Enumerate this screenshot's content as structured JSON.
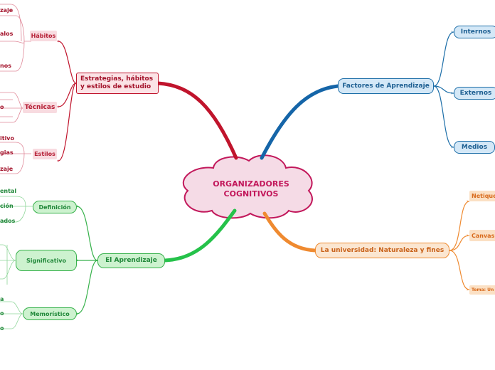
{
  "central": {
    "title_line1": "ORGANIZADORES",
    "title_line2": "COGNITIVOS"
  },
  "colors": {
    "red": "#c0142c",
    "blue": "#1c6ea8",
    "green": "#36b14a",
    "orange": "#ef8a30",
    "central_fill": "#f5dbe6",
    "central_border": "#c2185b"
  },
  "left_red": {
    "main": "Estrategias, hábitos y estilos de estudio",
    "habitos": {
      "label": "Hábitos",
      "items": [
        "zaje",
        "alos",
        "nos"
      ]
    },
    "tecnicas": {
      "label": "Técnicas",
      "items": [
        "o"
      ]
    },
    "estilos": {
      "label": "Estilos",
      "items": [
        "itivo",
        "gias",
        "zaje"
      ]
    }
  },
  "left_green": {
    "main": "El Aprendizaje",
    "definicion": {
      "label": "Definición",
      "items": [
        "ental",
        "ción",
        "ados"
      ]
    },
    "significativo": {
      "label": "Significativo"
    },
    "memoristico": {
      "label": "Memorístico",
      "items": [
        "a",
        "o",
        "o"
      ]
    }
  },
  "right_blue": {
    "main": "Factores de Aprendizaje",
    "items": [
      "Internos",
      "Externos",
      "Medios"
    ]
  },
  "right_orange": {
    "main": "La universidad: Naturaleza y fines",
    "items": [
      "Netique",
      "Canvas",
      "Tema: Un"
    ]
  }
}
